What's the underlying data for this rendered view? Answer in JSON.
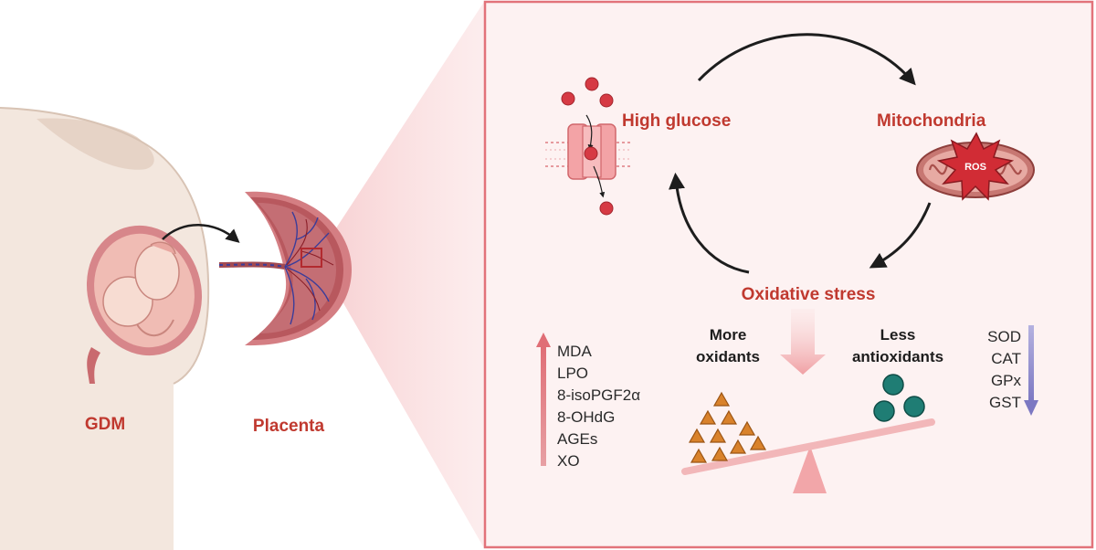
{
  "labels": {
    "gdm": "GDM",
    "placenta": "Placenta",
    "high_glucose": "High glucose",
    "mitochondria": "Mitochondria",
    "ros": "ROS",
    "oxidative_stress": "Oxidative stress",
    "more_oxidants_1": "More",
    "more_oxidants_2": "oxidants",
    "less_antioxidants_1": "Less",
    "less_antioxidants_2": "antioxidants"
  },
  "oxidant_markers": [
    "MDA",
    "LPO",
    "8-isoPGF2α",
    "8-OHdG",
    "AGEs",
    "XO"
  ],
  "antioxidant_markers": [
    "SOD",
    "CAT",
    "GPx",
    "GST"
  ],
  "colors": {
    "accent_red": "#c0392f",
    "panel_border": "#e2737a",
    "panel_bg": "#fdf2f2",
    "up_arrow": "#e0868b",
    "down_arrow": "#8a86c8",
    "triangle": "#d9822b",
    "antioxidant_circle": "#1f7d74"
  }
}
